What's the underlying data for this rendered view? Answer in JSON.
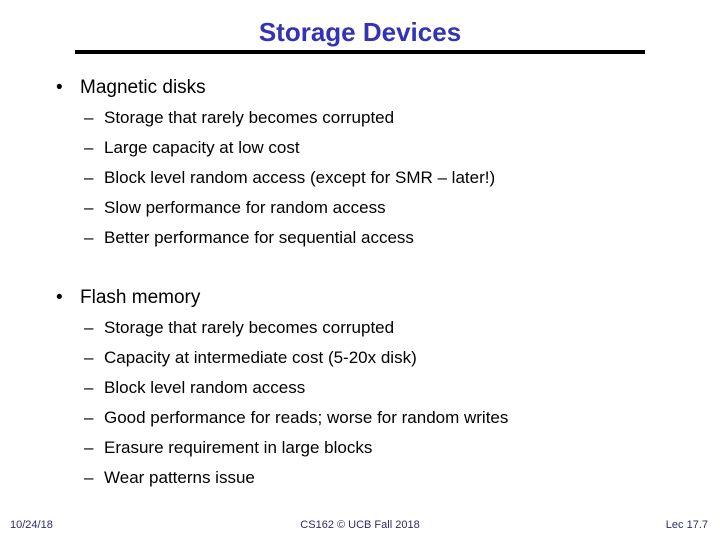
{
  "slide": {
    "title": "Storage Devices",
    "title_color": "#3333b5",
    "rule_color": "#000000",
    "background": "#ffffff",
    "body_color": "#000000",
    "footer_color": "#2b2b6b",
    "level1_marker": "•",
    "level2_marker": "–"
  },
  "content": {
    "groups": [
      {
        "heading": "Magnetic disks",
        "items": [
          "Storage that rarely becomes corrupted",
          "Large capacity at low cost",
          "Block level random access (except for SMR – later!)",
          "Slow performance for random access",
          "Better performance for sequential access"
        ]
      },
      {
        "heading": "Flash memory",
        "items": [
          "Storage that rarely becomes corrupted",
          "Capacity at intermediate cost (5-20x disk)",
          "Block level random access",
          "Good performance for reads; worse for random writes",
          "Erasure requirement in large blocks",
          "Wear patterns issue"
        ]
      }
    ]
  },
  "footer": {
    "date": "10/24/18",
    "course": "CS162 © UCB Fall 2018",
    "lecture": "Lec 17.7"
  }
}
